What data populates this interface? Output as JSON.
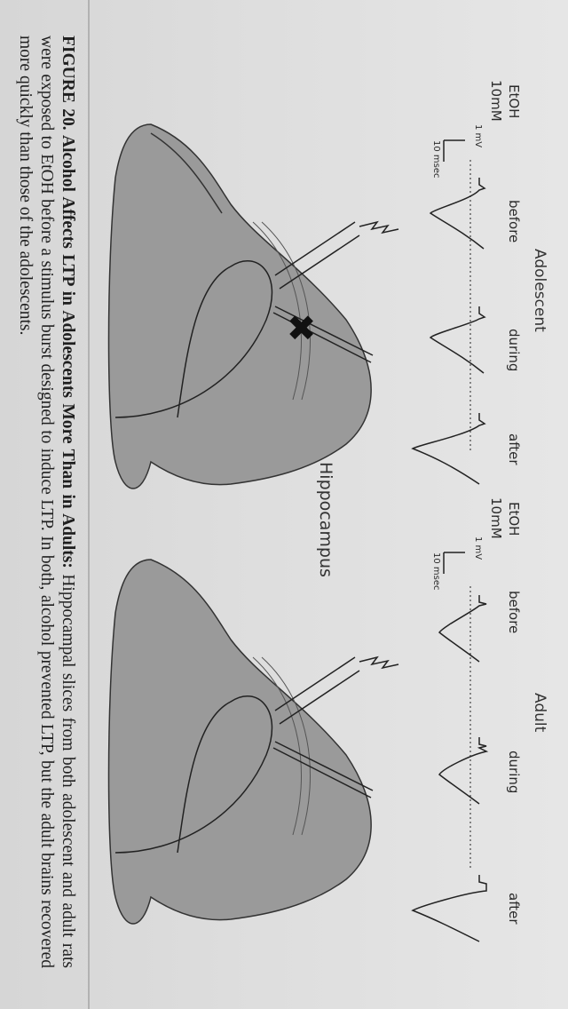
{
  "figure": {
    "group_left": "Adolescent",
    "group_right": "Adult",
    "center_label": "Hippocampus",
    "phases": [
      "before",
      "during",
      "after"
    ],
    "drug_line1": "EtOH",
    "drug_line2": "10mM",
    "scale_v": "1 mV",
    "scale_h": "10 msec"
  },
  "caption": {
    "label": "FIGURE 20. Alcohol Affects LTP in Adolescents More Than in Adults:",
    "text": " Hippocampal slices from both adolescent and adult rats were exposed to EtOH before a stimulus burst designed to induce LTP. In both, alcohol prevented LTP, but the adult brains recovered more quickly than those of the adolescents."
  }
}
